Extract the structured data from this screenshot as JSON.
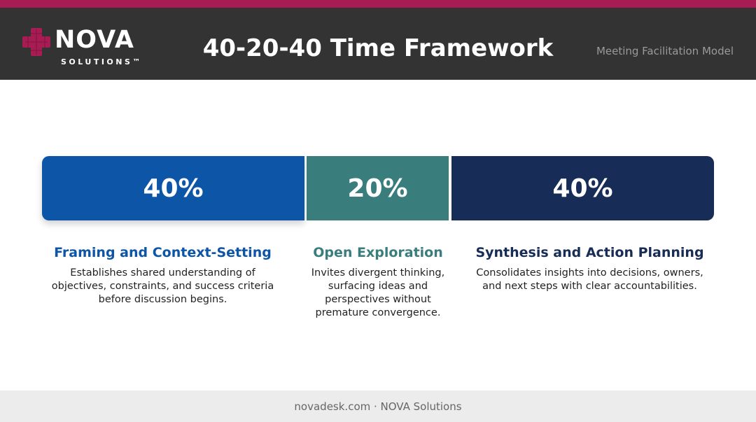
{
  "brand": {
    "logo_word": "NOVA",
    "logo_sub": "SOLUTIONS™",
    "colors": {
      "accent": "#a81c54",
      "header_bg": "#333333"
    }
  },
  "header": {
    "title": "40-20-40 Time Framework",
    "subtitle": "Meeting Facilitation Model"
  },
  "phases": [
    {
      "percent_label": "40%",
      "share": 0.4,
      "title": "Framing and Context-Setting",
      "description": "Establishes shared understanding of objectives, constraints, and success criteria before discussion begins.",
      "color": "#0d55a6"
    },
    {
      "percent_label": "20%",
      "share": 0.2,
      "title": "Open Exploration",
      "description": "Invites divergent thinking, surfacing ideas and perspectives without premature convergence.",
      "color": "#397e7d"
    },
    {
      "percent_label": "40%",
      "share": 0.4,
      "title": "Synthesis and Action Planning",
      "description": "Consolidates insights into decisions, owners, and next steps with clear accountabilities.",
      "color": "#172c56"
    }
  ],
  "footer": {
    "text": "novadesk.com · NOVA Solutions"
  }
}
